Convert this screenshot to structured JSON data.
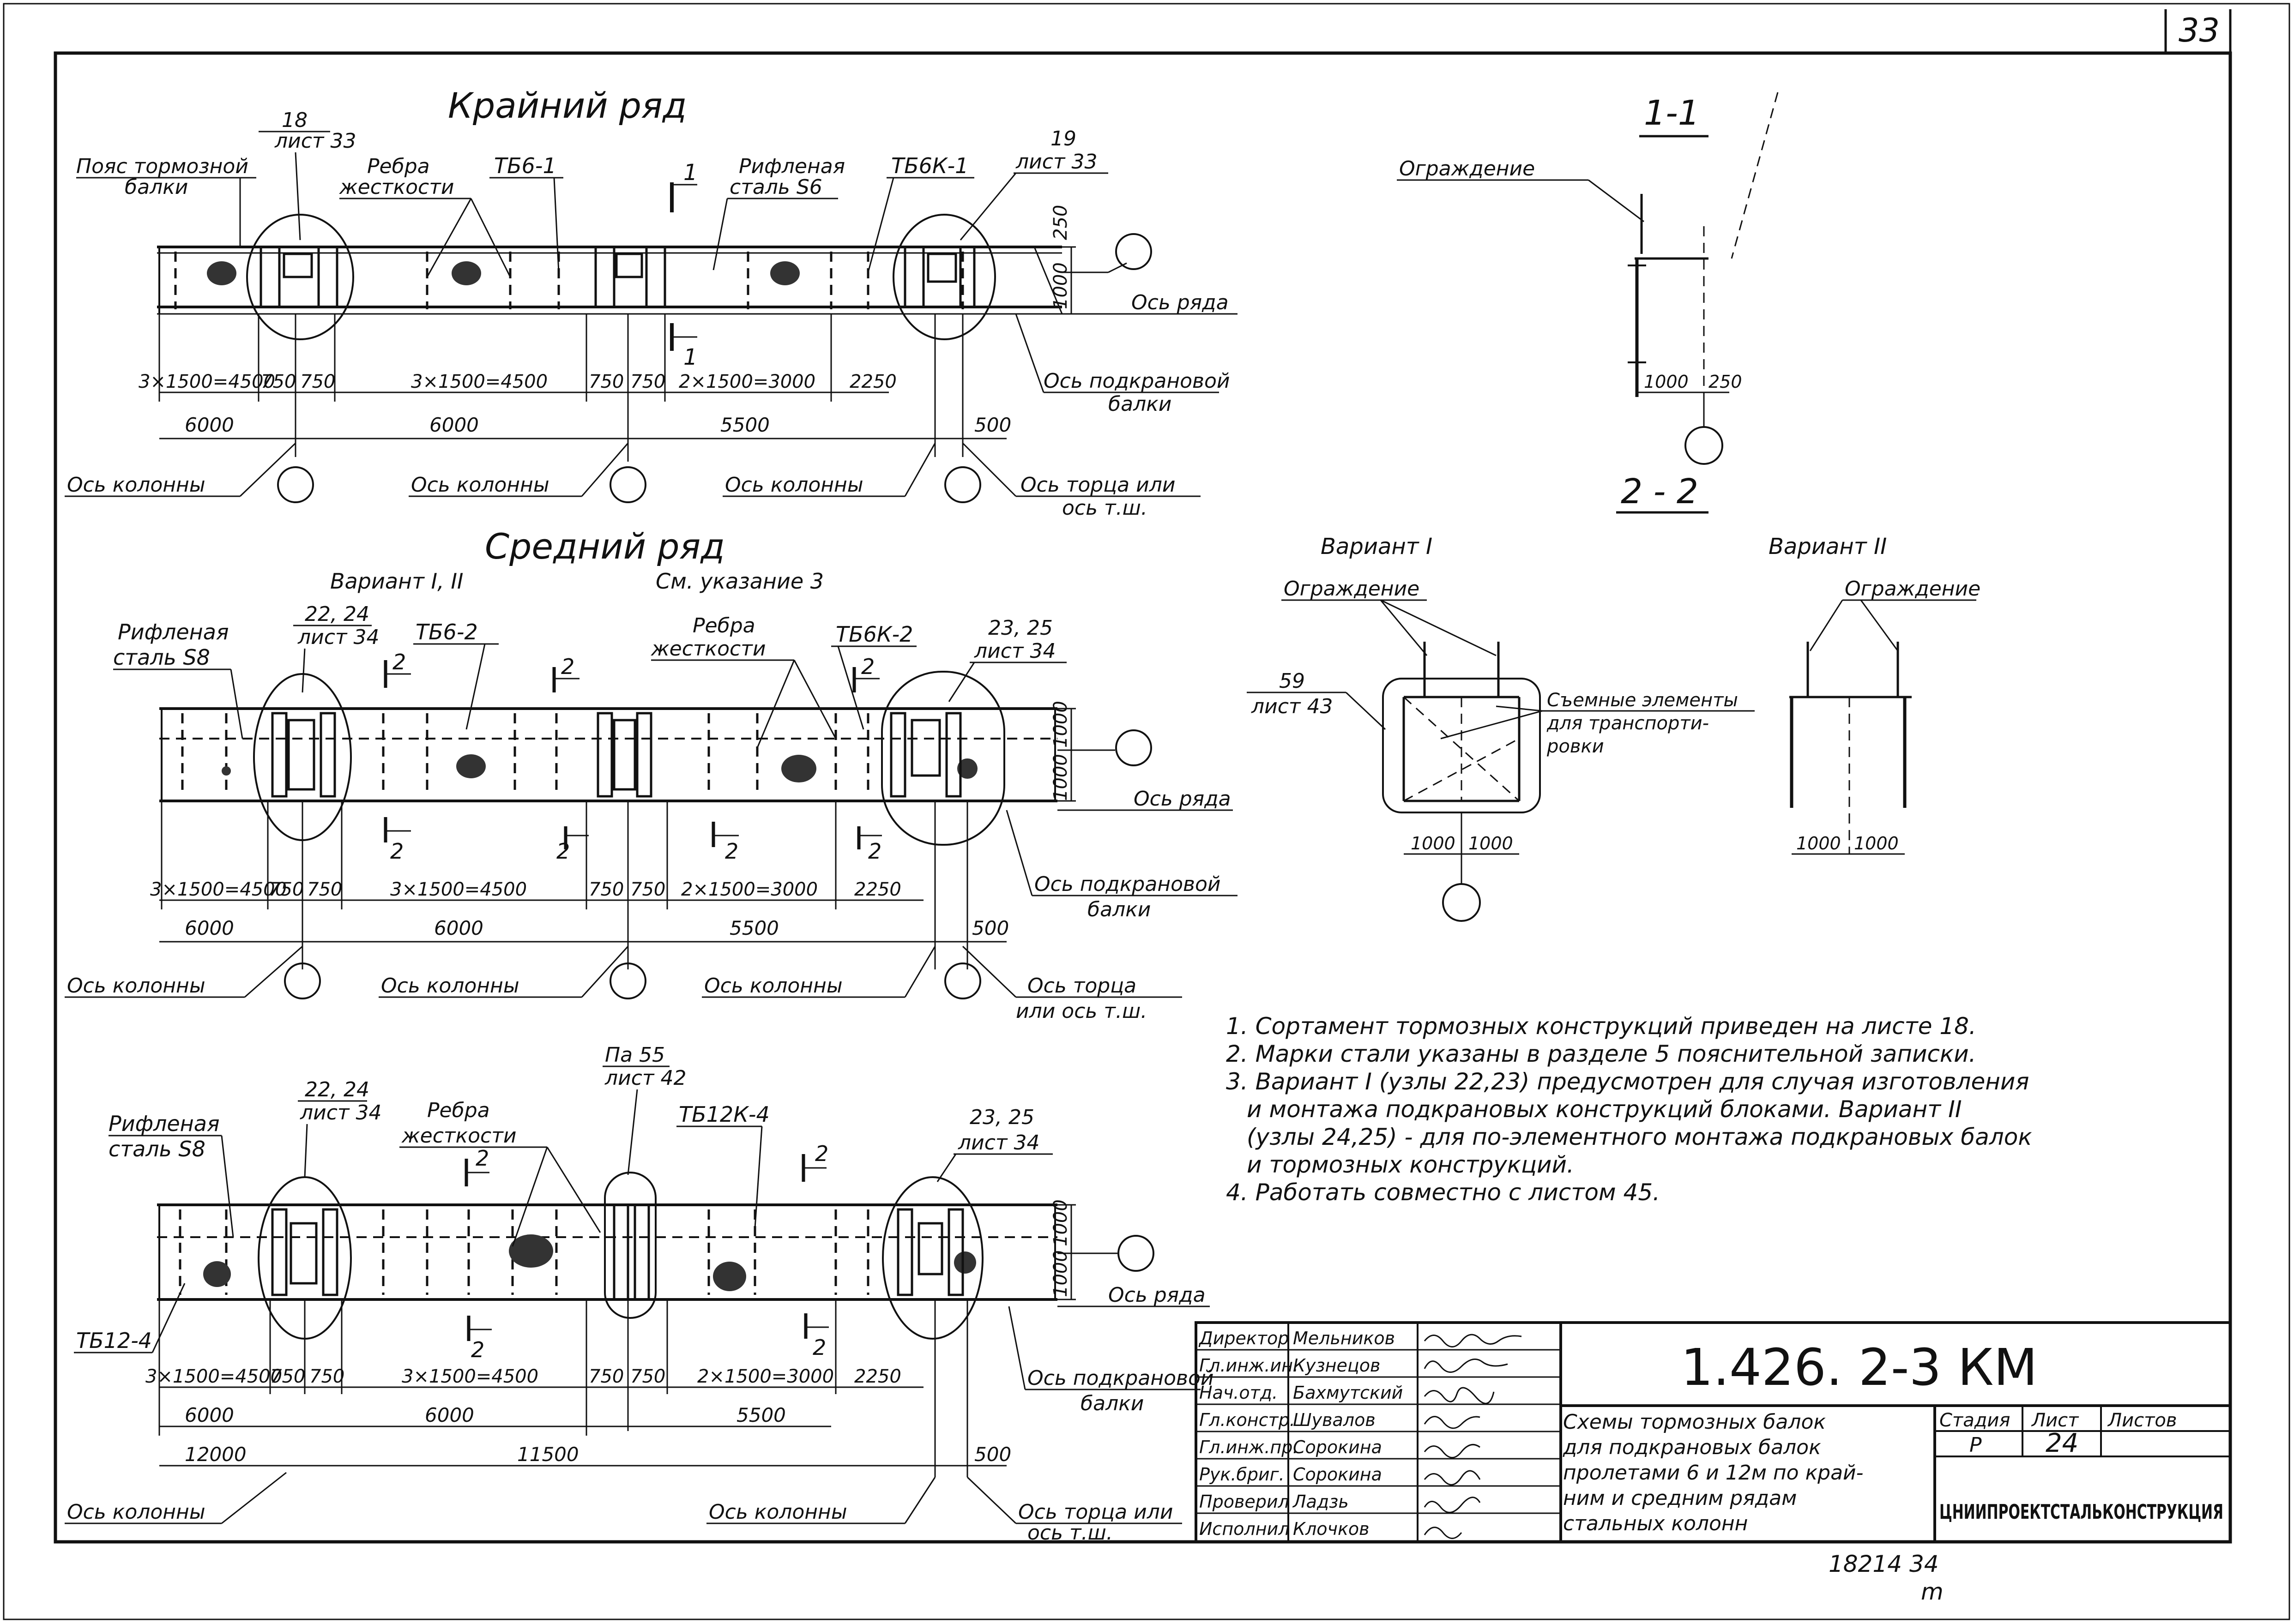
{
  "page": {
    "corner_number": "33"
  },
  "outer_row": {
    "title": "Крайний ряд",
    "labels": {
      "tormoz": [
        "Пояс тормозной",
        "балки"
      ],
      "node18": [
        "18",
        "лист 33"
      ],
      "rebra": [
        "Ребра",
        "жесткости"
      ],
      "tb6_1": "ТБ6-1",
      "section": "1",
      "rifl": [
        "Рифленая",
        "сталь S6"
      ],
      "tb6k_1": "ТБ6К-1",
      "node19": [
        "19",
        "лист 33"
      ],
      "h250": "250",
      "h1000": "1000",
      "os_ryada": "Ось ряда",
      "os_podkr": [
        "Ось подкрановой",
        "балки"
      ],
      "os_kolonny": "Ось колонны",
      "os_torca": [
        "Ось торца или",
        "ось т.ш."
      ]
    },
    "dims_row1": [
      "3×1500=4500",
      "750",
      "750",
      "3×1500=4500",
      "750",
      "750",
      "2×1500=3000",
      "2250"
    ],
    "dims_row2": [
      "6000",
      "6000",
      "5500",
      "500"
    ]
  },
  "middle_row": {
    "title": "Средний ряд",
    "variant": "Вариант I, II",
    "note": "См. указание 3",
    "labels": {
      "rifl": [
        "Рифленая",
        "сталь S8"
      ],
      "node22": [
        "22, 24",
        "лист 34"
      ],
      "tb6_2": "ТБ6-2",
      "rebra": [
        "Ребра",
        "жесткости"
      ],
      "tb6k_2": "ТБ6К-2",
      "node23": [
        "23, 25",
        "лист 34"
      ],
      "section": "2",
      "os_ryada": "Ось ряда",
      "os_podkr": [
        "Ось подкрановой",
        "балки"
      ],
      "os_kolonny": "Ось колонны",
      "os_torca": [
        "Ось торца",
        "или ось т.ш."
      ],
      "h1000": "1000"
    },
    "dims_row1": [
      "3×1500=4500",
      "750",
      "750",
      "3×1500=4500",
      "750",
      "750",
      "2×1500=3000",
      "2250"
    ],
    "dims_row2": [
      "6000",
      "6000",
      "5500",
      "500"
    ]
  },
  "bottom_row": {
    "labels": {
      "rifl": [
        "Рифленая",
        "сталь S8"
      ],
      "node22": [
        "22, 24",
        "лист 34"
      ],
      "rebra": [
        "Ребра",
        "жесткости"
      ],
      "pa55": [
        "Па 55",
        "лист 42"
      ],
      "tb12k_4": "ТБ12К-4",
      "node23": [
        "23, 25",
        "лист 34"
      ],
      "tb12_4": "ТБ12-4",
      "section": "2",
      "h1000": "1000",
      "os_ryada": "Ось ряда",
      "os_podkr": [
        "Ось подкрановой",
        "балки"
      ],
      "os_kolonny": "Ось колонны",
      "os_torca": [
        "Ось торца или",
        "ось т.ш."
      ]
    },
    "dims_row1": [
      "3×1500=4500",
      "750",
      "750",
      "3×1500=4500",
      "750",
      "750",
      "2×1500=3000",
      "2250"
    ],
    "dims_row2": [
      "6000",
      "6000",
      "5500"
    ],
    "dims_row3": [
      "12000",
      "11500",
      "500"
    ]
  },
  "section_1_1": {
    "title": "1-1",
    "ograzhdenie": "Ограждение",
    "dims": [
      "1000",
      "250"
    ]
  },
  "section_2_2": {
    "title": "2 - 2",
    "var1": "Вариант I",
    "var2": "Вариант II",
    "ograzhdenie": "Ограждение",
    "node59": [
      "59",
      "лист 43"
    ],
    "removable": [
      "Съемные элементы",
      "для транспорти-",
      "ровки"
    ],
    "dims": [
      "1000",
      "1000"
    ]
  },
  "notes": [
    "1. Сортамент тормозных конструкций приведен на листе 18.",
    "2. Марки стали указаны в разделе 5 пояснительной записки.",
    "3. Вариант I (узлы 22,23) предусмотрен для случая изготовления",
    "и монтажа подкрановых конструкций блоками. Вариант II",
    "(узлы 24,25) - для по-элементного монтажа подкрановых балок",
    "и тормозных конструкций.",
    "4. Работать совместно с листом 45."
  ],
  "title_block": {
    "code": "1.426. 2-3 КМ",
    "people": [
      {
        "role": "Директор",
        "name": "Мельников"
      },
      {
        "role": "Гл.инж.ин.",
        "name": "Кузнецов"
      },
      {
        "role": "Нач.отд.",
        "name": "Бахмутский"
      },
      {
        "role": "Гл.констр.",
        "name": "Шувалов"
      },
      {
        "role": "Гл.инж.пр.",
        "name": "Сорокина"
      },
      {
        "role": "Рук.бриг.",
        "name": "Сорокина"
      },
      {
        "role": "Проверил",
        "name": "Ладзь"
      },
      {
        "role": "Исполнил",
        "name": "Клочков"
      }
    ],
    "description": [
      "Схемы тормозных балок",
      "для подкрановых балок",
      "пролетами 6 и 12м по край-",
      "ним и средним рядам",
      "стальных колонн"
    ],
    "stage_label": "Стадия",
    "sheet_label": "Лист",
    "sheets_label": "Листов",
    "stage": "Р",
    "sheet": "24",
    "org": "ЦНИИПРОЕКТСТАЛЬКОНСТРУКЦИЯ",
    "footer": "18214   34",
    "footer2": "m"
  }
}
